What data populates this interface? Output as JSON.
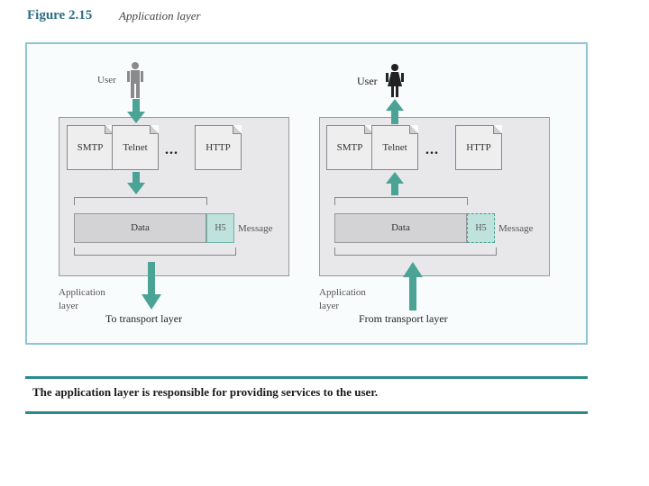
{
  "figure": {
    "number": "Figure 2.15",
    "title": "Application layer"
  },
  "left_panel": {
    "user_label": "User",
    "doc1": "SMTP",
    "doc2": "Telnet",
    "ellipsis": "...",
    "doc3": "HTTP",
    "data_label": "Data",
    "header_label": "H5",
    "message_label": "Message",
    "layer_label_line1": "Application",
    "layer_label_line2": "layer",
    "bottom_label": "To transport layer"
  },
  "right_panel": {
    "user_label": "User",
    "doc1": "SMTP",
    "doc2": "Telnet",
    "ellipsis": "...",
    "doc3": "HTTP",
    "data_label": "Data",
    "header_label": "H5",
    "message_label": "Message",
    "layer_label_line1": "Application",
    "layer_label_line2": "layer",
    "bottom_label": "From transport layer"
  },
  "caption": "The application layer is responsible for providing services to the user.",
  "colors": {
    "arrow": "#4aa394",
    "frame": "#8fc5d0",
    "rule": "#2b8b8b",
    "header_fill": "#bfe2dc"
  }
}
